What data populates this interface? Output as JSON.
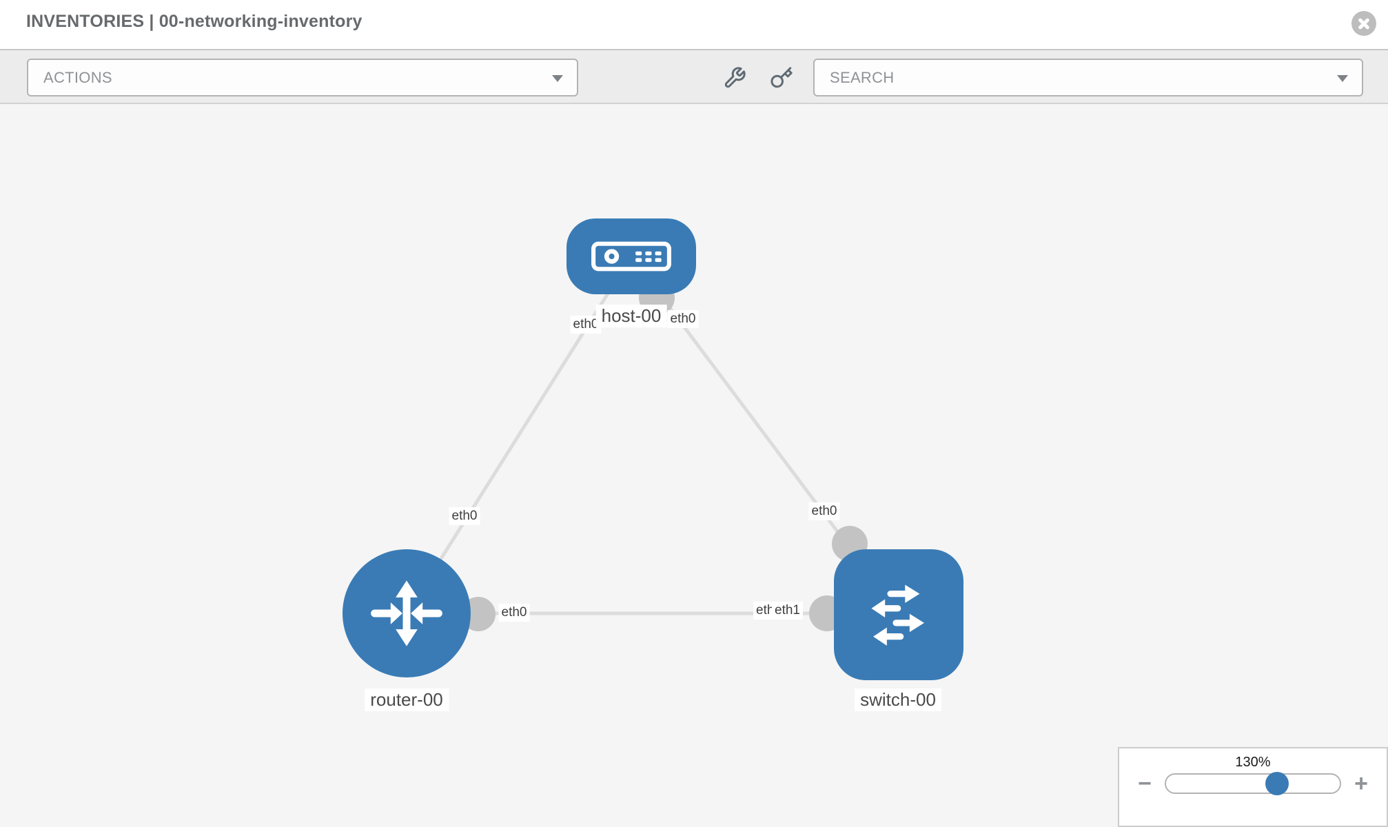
{
  "header": {
    "title": "INVENTORIES | 00-networking-inventory"
  },
  "toolbar": {
    "actions_label": "ACTIONS",
    "search_placeholder": "SEARCH",
    "icons": [
      "wrench-icon",
      "key-icon"
    ]
  },
  "topology": {
    "nodes": [
      {
        "label": "host-00",
        "type": "host"
      },
      {
        "label": "router-00",
        "type": "router"
      },
      {
        "label": "switch-00",
        "type": "switch"
      }
    ],
    "links": [
      {
        "from": "host-00",
        "from_interface": "eth0",
        "to": "router-00",
        "to_interface": "eth0"
      },
      {
        "from": "host-00",
        "from_interface": "eth0",
        "to": "switch-00",
        "to_interface": "eth0"
      },
      {
        "from": "router-00",
        "from_interface": "eth0",
        "to": "switch-00",
        "to_interface": "eth1"
      }
    ],
    "interface_labels": {
      "host_left": "eth0",
      "host_right": "eth0",
      "link_to_router": "eth0",
      "link_to_switch": "eth0",
      "router_right": "eth0",
      "switch_left_back": "eth0",
      "switch_left_front": "eth1"
    }
  },
  "zoom_control": {
    "level": "130%",
    "percent": 130,
    "minus_label": "−",
    "plus_label": "+"
  },
  "colors": {
    "node_blue": "#3a7bb5",
    "link_gray": "#dcdcdc",
    "connector_gray": "#c3c3c3",
    "toolbar_gray": "#ececec"
  }
}
